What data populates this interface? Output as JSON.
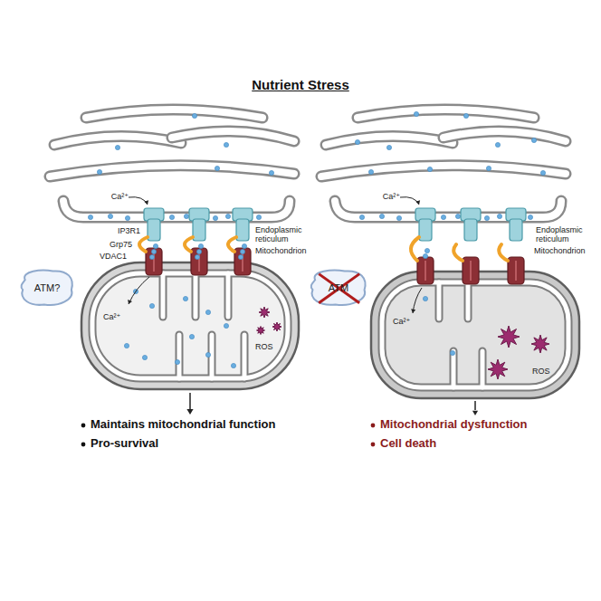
{
  "diagram": {
    "title": "Nutrient Stress",
    "nodes": [
      {
        "text": [
          "ATM?"
        ]
      },
      {
        "text": [
          "ATM"
        ]
      }
    ],
    "labels": [
      "Ca²⁺",
      "IP3R1",
      "Grp75",
      "VDAC1",
      "Endoplasmic reticulum",
      "Mitochondrion",
      "Ca²⁺",
      "ROS",
      "Maintains mitochondrial function",
      "Pro-survival",
      "Ca²⁺",
      "Endoplasmic reticulum",
      "Mitochondrion",
      "Ca²⁺",
      "ROS",
      "Mitochondrial dysfunction",
      "Cell death"
    ]
  }
}
